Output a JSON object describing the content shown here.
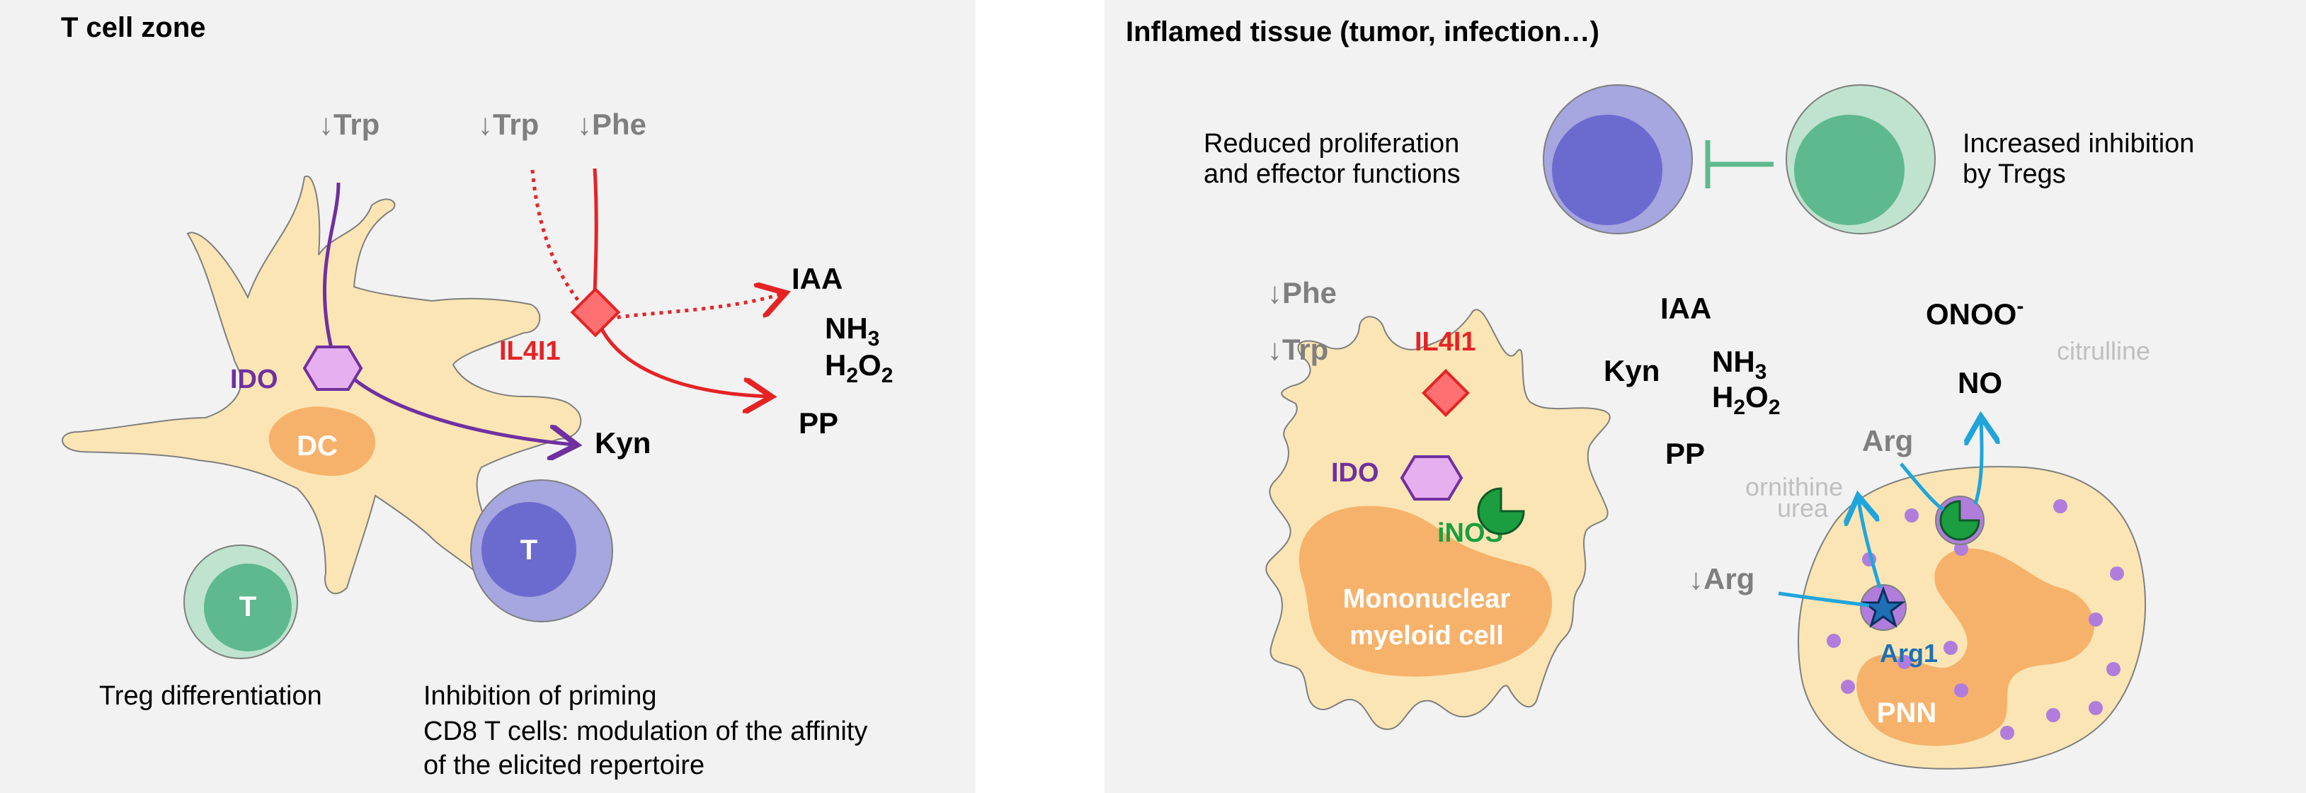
{
  "left_panel": {
    "title": "T cell zone",
    "substrates": {
      "trp_ido": "↓Trp",
      "trp_il4i1": "↓Trp",
      "phe_il4i1": "↓Phe"
    },
    "enzymes": {
      "ido": "IDO",
      "il4i1": "IL4I1"
    },
    "products": {
      "iaa": "IAA",
      "nh3": "NH",
      "nh3_sub": "3",
      "h2o2_a": "H",
      "h2o2_sub1": "2",
      "h2o2_b": "O",
      "h2o2_sub2": "2",
      "pp": "PP",
      "kyn": "Kyn"
    },
    "cells": {
      "dc": "DC",
      "treg": "T",
      "cd8": "T"
    },
    "captions": {
      "treg": "Treg differentiation",
      "priming_1": "Inhibition of priming",
      "priming_2": "CD8 T cells: modulation of the affinity",
      "priming_3": "of the elicited repertoire"
    },
    "colors": {
      "background": "#f2f2f2",
      "dc_body": "#fbe5b4",
      "dc_nucleus": "#f6b26b",
      "ido": "#7030a0",
      "il4i1": "#e52325",
      "treg": "#5fb98e",
      "cd8": "#6b6bcf"
    }
  },
  "right_panel": {
    "title": "Inflamed tissue (tumor, infection…)",
    "caption_left_1": "Reduced proliferation",
    "caption_left_2": "and effector functions",
    "caption_right_1": "Increased inhibition",
    "caption_right_2": "by Tregs",
    "substrates": {
      "phe": "↓Phe",
      "trp": "↓Trp",
      "arg_low": "↓Arg",
      "arg": "Arg"
    },
    "enzymes": {
      "il4i1": "IL4I1",
      "ido": "IDO",
      "inos": "iNOS",
      "arg1": "Arg1"
    },
    "products": {
      "iaa": "IAA",
      "kyn": "Kyn",
      "nh3": "NH",
      "nh3_sub": "3",
      "h2o2_a": "H",
      "h2o2_sub1": "2",
      "h2o2_b": "O",
      "h2o2_sub2": "2",
      "pp": "PP",
      "onoo": "ONOO",
      "onoo_sup": "-",
      "no": "NO",
      "citrulline": "citrulline",
      "ornithine": "ornithine",
      "urea": "urea"
    },
    "cells": {
      "myeloid_1": "Mononuclear",
      "myeloid_2": "myeloid cell",
      "pnn": "PNN"
    },
    "colors": {
      "inos": "#1a9e3f",
      "arg1": "#1f6fb5",
      "arrow_blue": "#1fa5dc",
      "granule": "#b07ddc",
      "grey_text": "#7f7f7f",
      "light_grey_text": "#bfbfbf"
    }
  }
}
